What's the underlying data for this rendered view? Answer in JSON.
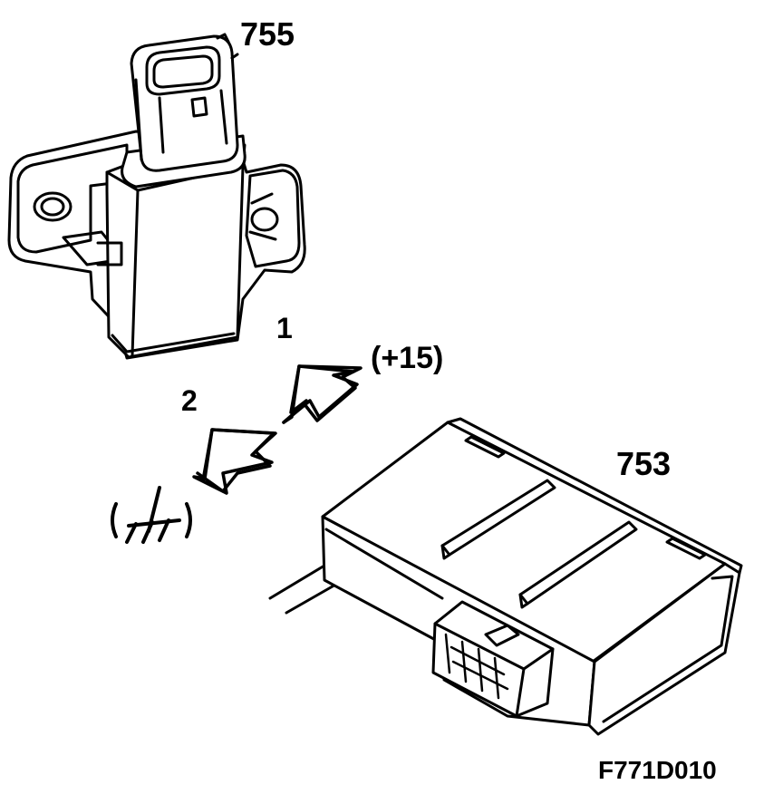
{
  "figure": {
    "code": "F771D010"
  },
  "parts": {
    "sensor_label": "755",
    "module_label": "753"
  },
  "pins": {
    "pin1_label": "1",
    "pin1_signal": "(+15)",
    "pin2_label": "2"
  },
  "icons": {
    "pin2_signal": "ground-symbol-icon"
  },
  "colors": {
    "line": "#000000",
    "background": "#ffffff"
  }
}
